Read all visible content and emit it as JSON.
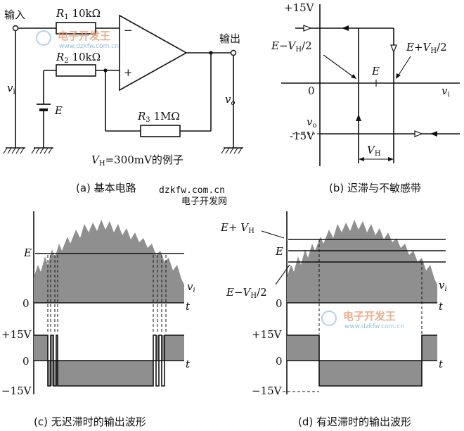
{
  "panel_a": {
    "caption": "(a) 基本电路",
    "input_label": "输入",
    "output_label": "输出",
    "r1": "R",
    "r1_sub": "1",
    "r1_val": " 10kΩ",
    "r2": "R",
    "r2_sub": "2",
    "r2_val": " 10kΩ",
    "r3": "R",
    "r3_sub": "3",
    "r3_val": " 1MΩ",
    "vi": "v",
    "vi_sub": "i",
    "vo": "v",
    "vo_sub": "o",
    "e": "E",
    "minus": "−",
    "plus": "+",
    "example": "=300mV的例子",
    "vh": "V",
    "vh_sub": "H"
  },
  "panel_b": {
    "caption": "(b) 迟滞与不敏感带",
    "p15": "+15V",
    "m15": "-15V",
    "zero": "0",
    "e_minus": "E−V",
    "e_minus_tail": "/2",
    "e_plus": "E+V",
    "e_plus_tail": "/2",
    "h_sub": "H",
    "e": "E",
    "vi": "v",
    "vi_sub": "i",
    "vo": "v",
    "vo_sub": "o",
    "vh": "V",
    "vh_sub": "H"
  },
  "panel_c": {
    "caption": "(c) 无迟滞时的输出波形",
    "e": "E",
    "zero_top": "0",
    "zero_bot": "0",
    "t_top": "t",
    "t_bot": "t",
    "vi": "v",
    "vi_sub": "i",
    "p15": "+15V",
    "m15": "−15V"
  },
  "panel_d": {
    "caption": "(d) 有迟滞时的输出波形",
    "e_plus": "E+ V",
    "e_plus_sub": "H",
    "e": "E",
    "e_minus": "E−V",
    "e_minus_sub": "H",
    "e_minus_tail": "/2",
    "zero_top": "0",
    "zero_bot": "0",
    "t_top": "t",
    "t_bot": "t",
    "vi": "v",
    "vi_sub": "i",
    "p15": "+15V",
    "m15": "−15V"
  },
  "site": {
    "url": "dzkfw.com.cn",
    "name": "电子开发网",
    "wm_title": "电子开发王",
    "wm_url": "www.dzkfw.com.cn"
  }
}
